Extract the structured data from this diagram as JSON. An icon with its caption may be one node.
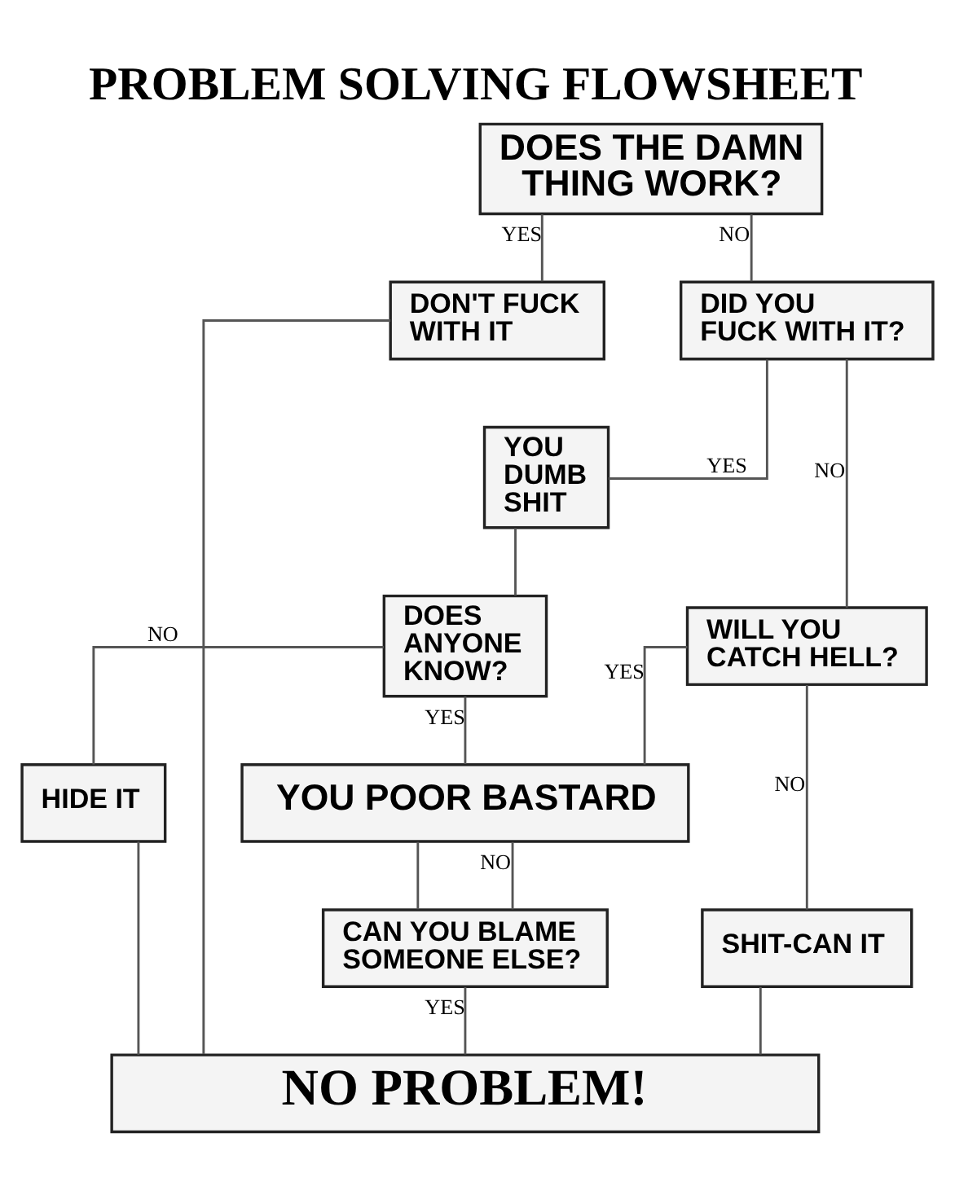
{
  "diagram": {
    "title": "PROBLEM SOLVING FLOWSHEET",
    "nodes": [
      {
        "text": [
          "DOES THE DAMN THING WORK?"
        ]
      },
      {
        "text": [
          "DON'T FUCK WITH IT"
        ]
      },
      {
        "text": [
          "DID YOU FUCK WITH IT?"
        ]
      },
      {
        "text": [
          "YOU DUMB SHIT"
        ]
      },
      {
        "text": [
          "DOES ANYONE KNOW?"
        ]
      },
      {
        "text": [
          "WILL YOU CATCH HELL?"
        ]
      },
      {
        "text": [
          "HIDE IT"
        ]
      },
      {
        "text": [
          "YOU POOR BASTARD"
        ]
      },
      {
        "text": [
          "SHIT-CAN IT"
        ]
      },
      {
        "text": [
          "CAN YOU BLAME SOMEONE ELSE?"
        ]
      },
      {
        "text": [
          "NO PROBLEM!"
        ]
      }
    ],
    "edges": [
      {
        "from": 0,
        "to": 1,
        "arrow": "none",
        "label": "YES"
      },
      {
        "from": 0,
        "to": 2,
        "arrow": "none",
        "label": "NO"
      },
      {
        "from": 2,
        "to": 3,
        "arrow": "none",
        "label": "YES"
      },
      {
        "from": 2,
        "to": 5,
        "arrow": "none",
        "label": "NO"
      },
      {
        "from": 3,
        "to": 4,
        "arrow": "none"
      },
      {
        "from": 4,
        "to": 6,
        "arrow": "none",
        "label": "NO"
      },
      {
        "from": 4,
        "to": 7,
        "arrow": "none",
        "label": "YES"
      },
      {
        "from": 5,
        "to": 7,
        "arrow": "none",
        "label": "YES"
      },
      {
        "from": 5,
        "to": 8,
        "arrow": "none",
        "label": "NO"
      },
      {
        "from": 7,
        "to": 9,
        "arrow": "none"
      },
      {
        "from": 9,
        "to": 7,
        "arrow": "none",
        "label": "NO"
      },
      {
        "from": 9,
        "to": 10,
        "arrow": "none",
        "label": "YES"
      },
      {
        "from": 1,
        "to": 10,
        "arrow": "none"
      },
      {
        "from": 6,
        "to": 10,
        "arrow": "none"
      },
      {
        "from": 8,
        "to": 10,
        "arrow": "none"
      }
    ]
  }
}
